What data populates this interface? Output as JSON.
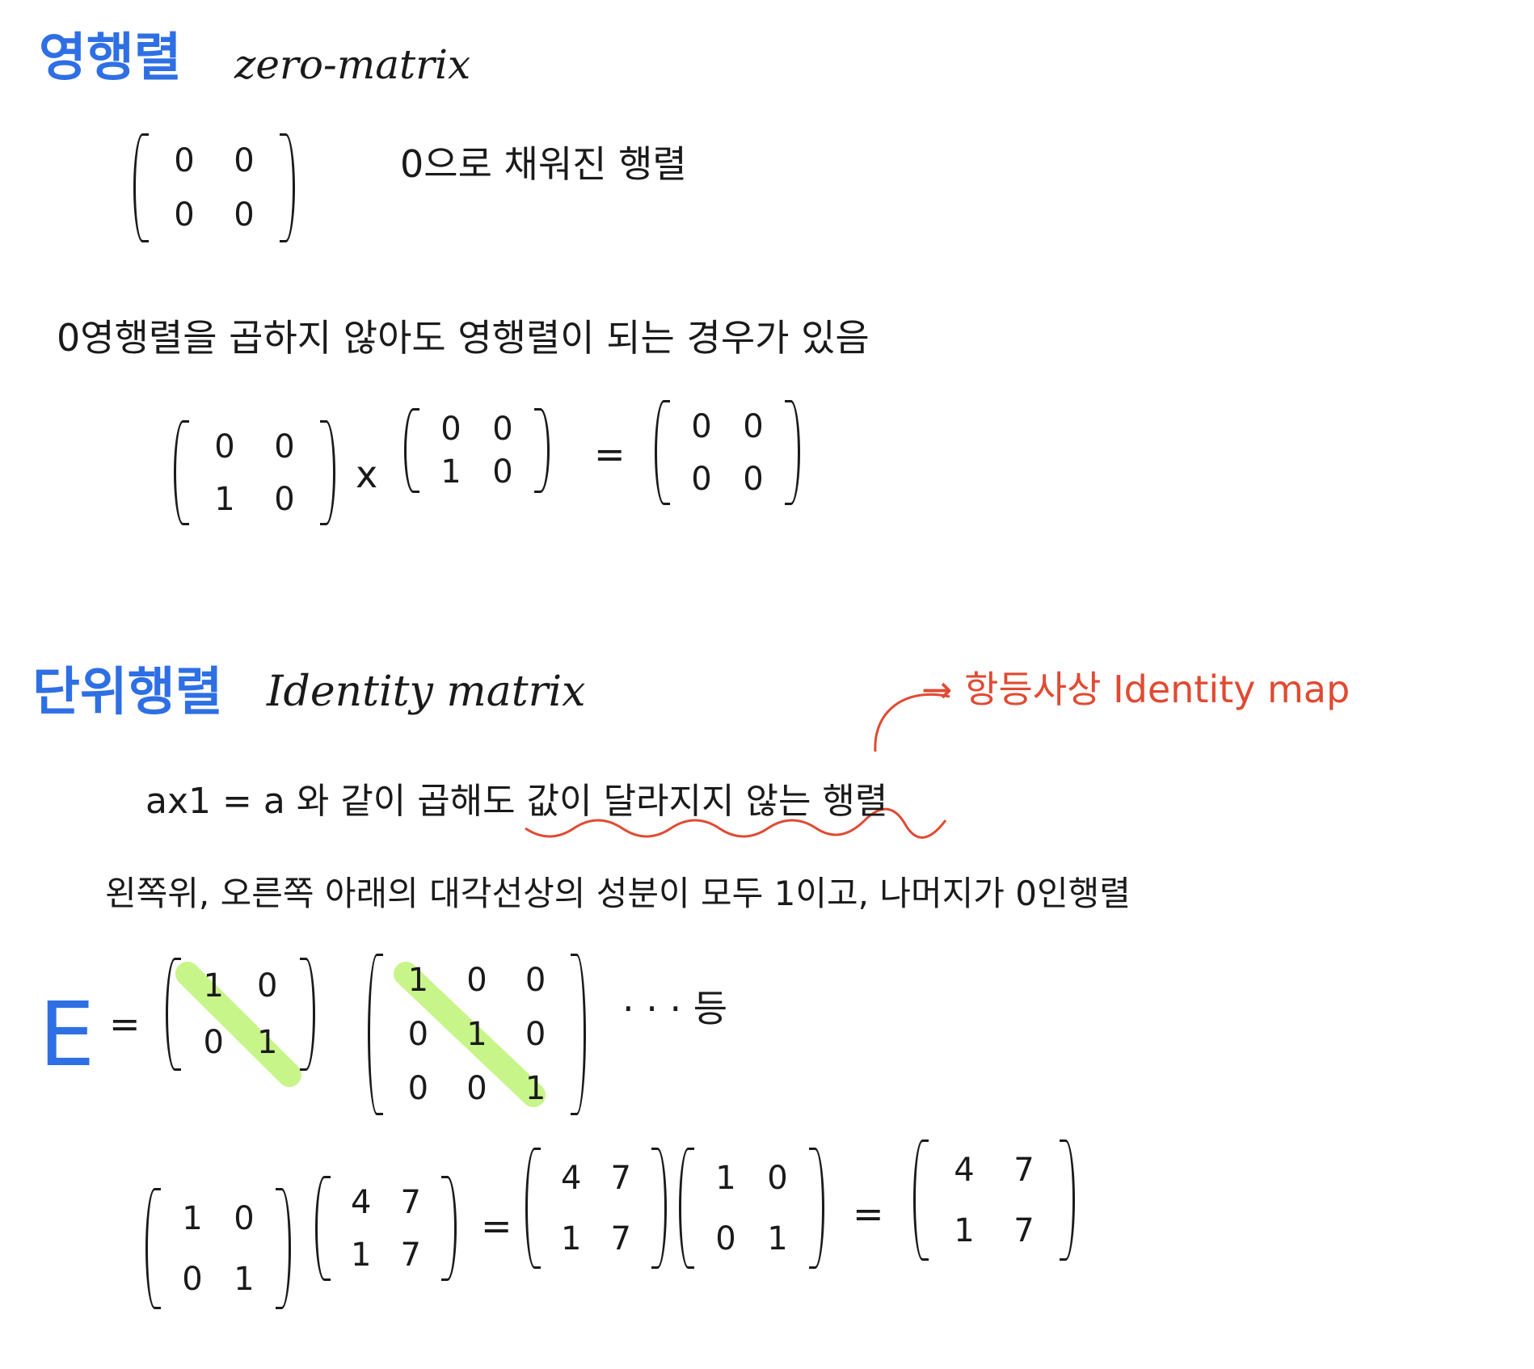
{
  "zero_section": {
    "title": "영행렬",
    "english": "zero-matrix",
    "example_matrix": [
      [
        "0",
        "0"
      ],
      [
        "0",
        "0"
      ]
    ],
    "description": "0으로 채워진 행렬",
    "note": "0영행렬을 곱하지 않아도 영행렬이 되는 경우가 있음",
    "product": {
      "a": [
        [
          "0",
          "0"
        ],
        [
          "1",
          "0"
        ]
      ],
      "times": "x",
      "b": [
        [
          "0",
          "0"
        ],
        [
          "1",
          "0"
        ]
      ],
      "equals": "=",
      "result": [
        [
          "0",
          "0"
        ],
        [
          "0",
          "0"
        ]
      ]
    }
  },
  "identity_section": {
    "title": "단위행렬",
    "english": "Identity matrix",
    "annotation": "→ 항등사상 Identity map",
    "line1": "ax1 = a 와 같이 곱해도 값이 달라지지 않는 행렬",
    "line2": "왼쪽위, 오른쪽 아래의 대각선상의 성분이 모두 1이고, 나머지가 0인행렬",
    "e_label": "E",
    "equals": "=",
    "identity2": [
      [
        "1",
        "0"
      ],
      [
        "0",
        "1"
      ]
    ],
    "identity3": [
      [
        "1",
        "0",
        "0"
      ],
      [
        "0",
        "1",
        "0"
      ],
      [
        "0",
        "0",
        "1"
      ]
    ],
    "etc": "· · · 등",
    "example": {
      "i1": [
        [
          "1",
          "0"
        ],
        [
          "0",
          "1"
        ]
      ],
      "m": [
        [
          "4",
          "7"
        ],
        [
          "1",
          "7"
        ]
      ],
      "eq1": "=",
      "m2": [
        [
          "4",
          "7"
        ],
        [
          "1",
          "7"
        ]
      ],
      "i2": [
        [
          "1",
          "0"
        ],
        [
          "0",
          "1"
        ]
      ],
      "eq2": "=",
      "result": [
        [
          "4",
          "7"
        ],
        [
          "1",
          "7"
        ]
      ]
    }
  },
  "colors": {
    "heading": "#2f6fe4",
    "annotation": "#e04a32",
    "highlight": "#c8f58a",
    "ink": "#1a1a1a"
  }
}
